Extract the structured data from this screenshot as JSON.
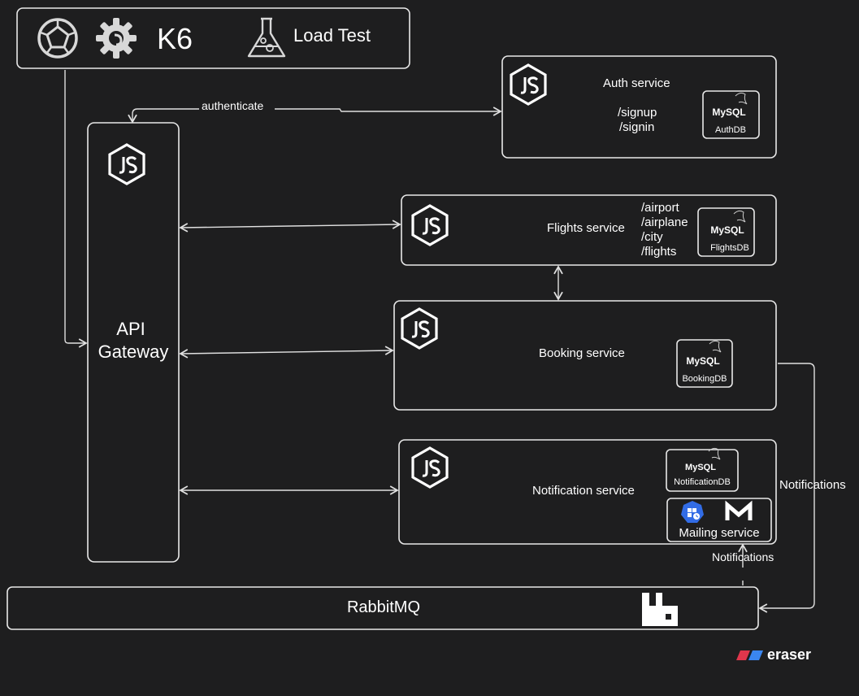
{
  "tools": {
    "k6_label": "K6",
    "load_test_label": "Load Test"
  },
  "gateway": {
    "label_line1": "API",
    "label_line2": "Gateway"
  },
  "auth": {
    "title": "Auth service",
    "routes": [
      "/signup",
      "/signin"
    ],
    "db_brand": "MySQL",
    "db_name": "AuthDB"
  },
  "flights": {
    "title": "Flights service",
    "routes": [
      "/airport",
      "/airplane",
      "/city",
      "/flights"
    ],
    "db_brand": "MySQL",
    "db_name": "FlightsDB"
  },
  "booking": {
    "title": "Booking service",
    "db_brand": "MySQL",
    "db_name": "BookingDB"
  },
  "notification": {
    "title": "Notification service",
    "db_brand": "MySQL",
    "db_name": "NotificationDB",
    "mailing_label": "Mailing service"
  },
  "queue": {
    "label": "RabbitMQ"
  },
  "edges": {
    "authenticate": "authenticate",
    "notifications_right": "Notifications",
    "notifications_bottom": "Notifications"
  },
  "brand": {
    "eraser": "eraser",
    "eraser_red": "#e0364c",
    "eraser_blue": "#3a86f0"
  }
}
